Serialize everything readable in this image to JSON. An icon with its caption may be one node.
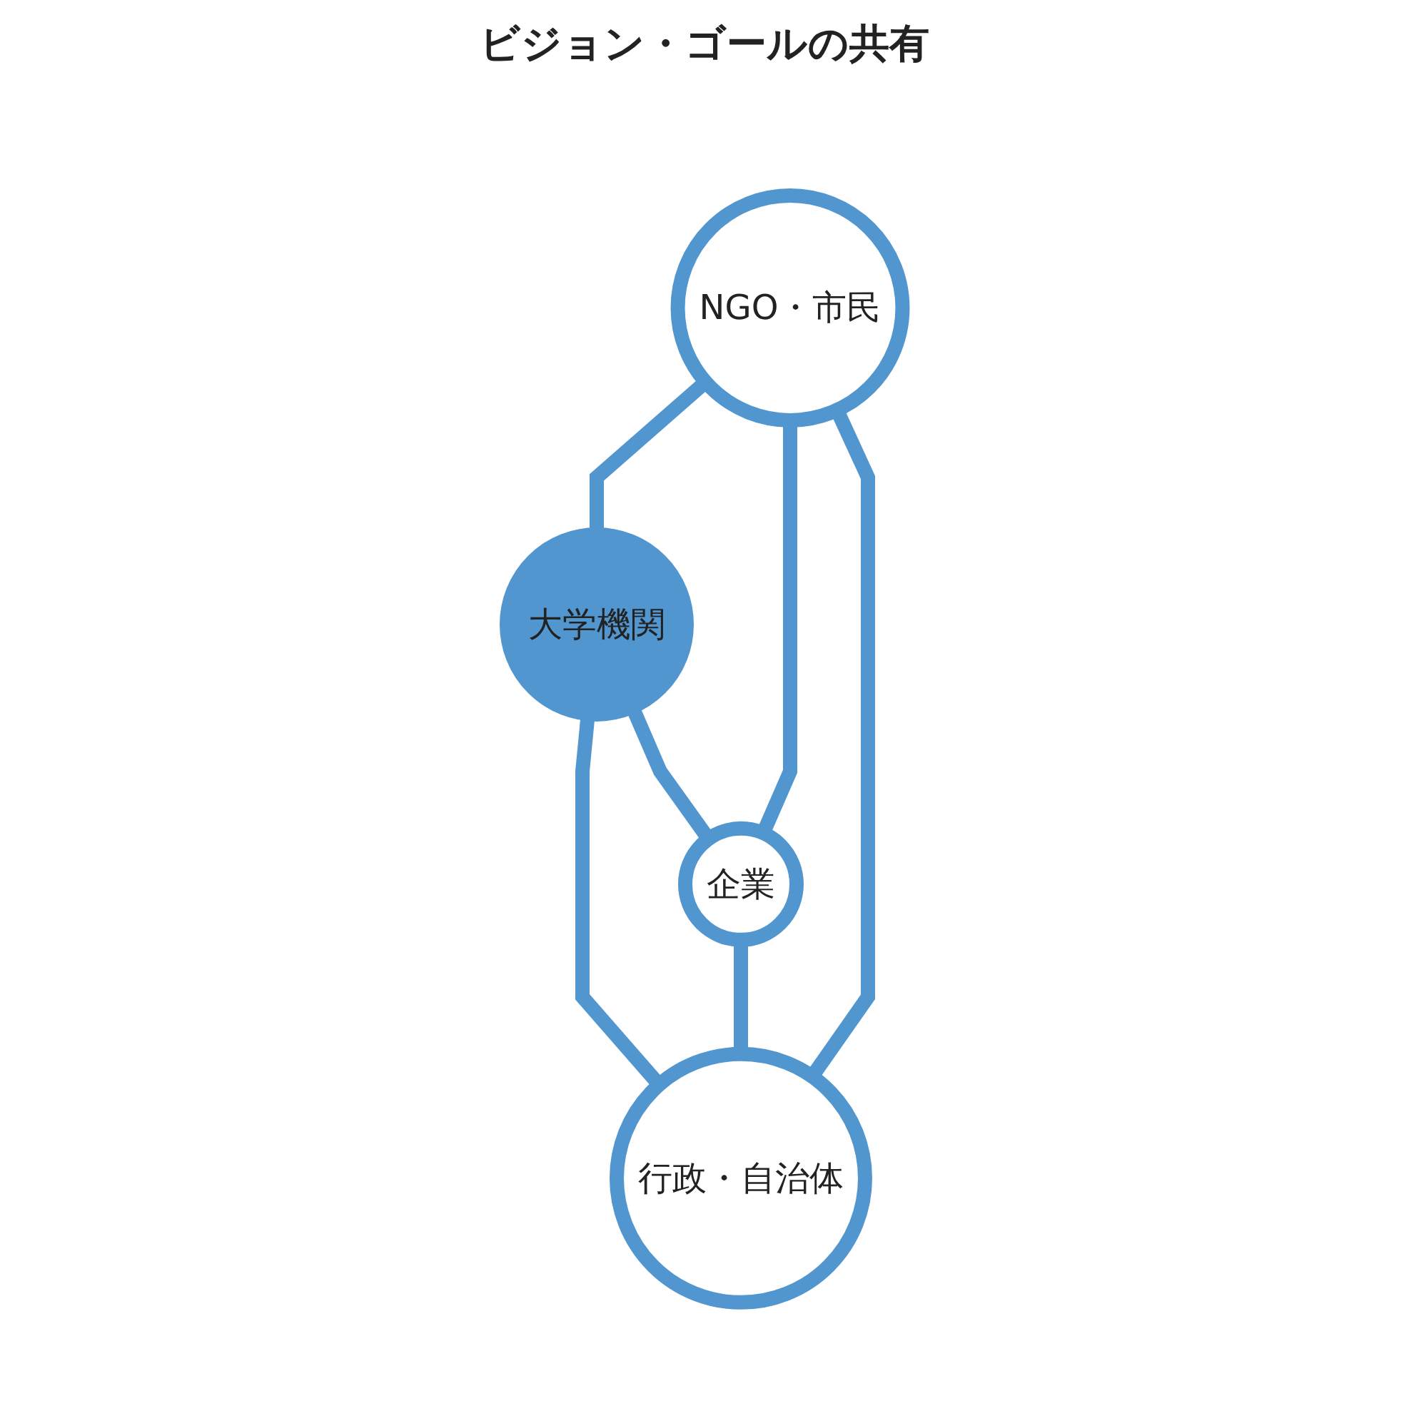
{
  "diagram": {
    "nodes": [
      {
        "text": [
          "NGO・市民"
        ]
      },
      {
        "text": [
          "大学機関"
        ]
      },
      {
        "text": [
          "企業"
        ]
      },
      {
        "text": [
          "行政・自治体"
        ]
      }
    ],
    "edges": [
      {
        "from": 0,
        "to": 1,
        "arrow": "none"
      },
      {
        "from": 0,
        "to": 2,
        "arrow": "none"
      },
      {
        "from": 1,
        "to": 3,
        "arrow": "none"
      },
      {
        "from": 0,
        "to": 3,
        "arrow": "none"
      },
      {
        "from": 1,
        "to": 2,
        "arrow": "none"
      },
      {
        "from": 2,
        "to": 3,
        "arrow": "none"
      }
    ],
    "labels": [
      "ビジョン・ゴールの共有"
    ]
  }
}
